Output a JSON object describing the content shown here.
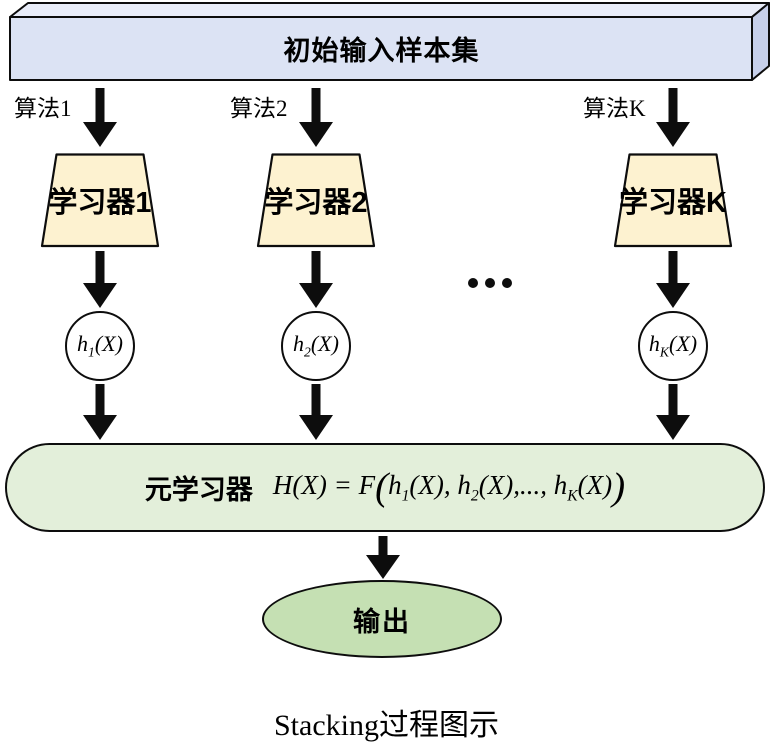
{
  "colors": {
    "stroke": "#0d0d0d",
    "box_front": "#dce3f4",
    "box_top": "#e9edf9",
    "box_side": "#c7d0ea",
    "trapezoid_fill": "#fdf2d0",
    "capsule_fill": "#e3efda",
    "ellipse_fill": "#c5e0b3"
  },
  "input_box": {
    "label": "初始输入样本集"
  },
  "columns": [
    {
      "algo": "算法1",
      "learner": "学习器1",
      "sub": "1"
    },
    {
      "algo": "算法2",
      "learner": "学习器2",
      "sub": "2"
    },
    {
      "algo": "算法K",
      "learner": "学习器K",
      "sub": "K"
    }
  ],
  "math": {
    "h": "h",
    "args": "(X)"
  },
  "meta": {
    "label": "元学习器",
    "formula": {
      "H": "H",
      "Hargs": "(X)",
      "eq": " = ",
      "F": "F",
      "lparen": "(",
      "h": "h",
      "seg1": "(X), ",
      "seg2": "(X),..., ",
      "seg3": "(X)",
      "rparen": ")"
    }
  },
  "output": {
    "label": "输出"
  },
  "caption": "Stacking过程图示"
}
